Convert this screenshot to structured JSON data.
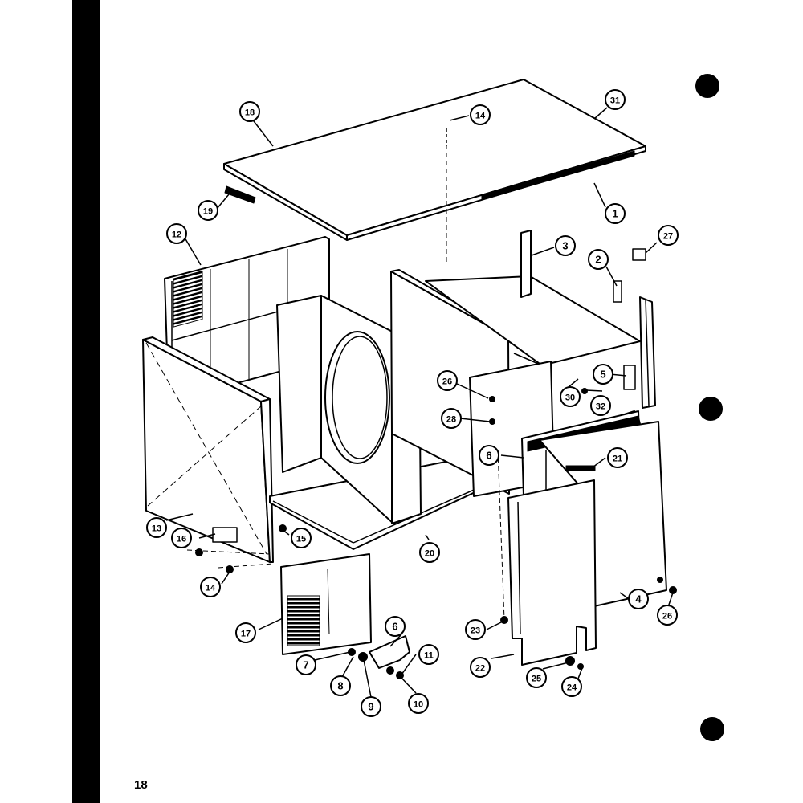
{
  "page": {
    "number": "18"
  },
  "callouts": [
    {
      "id": "c18a",
      "label": "18"
    },
    {
      "id": "c14a",
      "label": "14"
    },
    {
      "id": "c31",
      "label": "31"
    },
    {
      "id": "c19",
      "label": "19"
    },
    {
      "id": "c1",
      "label": "1"
    },
    {
      "id": "c12",
      "label": "12"
    },
    {
      "id": "c3",
      "label": "3"
    },
    {
      "id": "c27",
      "label": "27"
    },
    {
      "id": "c2",
      "label": "2"
    },
    {
      "id": "c5",
      "label": "5"
    },
    {
      "id": "c26a",
      "label": "26"
    },
    {
      "id": "c28",
      "label": "28"
    },
    {
      "id": "c30",
      "label": "30"
    },
    {
      "id": "c32",
      "label": "32"
    },
    {
      "id": "c6a",
      "label": "6"
    },
    {
      "id": "c21",
      "label": "21"
    },
    {
      "id": "c13",
      "label": "13"
    },
    {
      "id": "c16",
      "label": "16"
    },
    {
      "id": "c15",
      "label": "15"
    },
    {
      "id": "c20",
      "label": "20"
    },
    {
      "id": "c14b",
      "label": "14"
    },
    {
      "id": "c17",
      "label": "17"
    },
    {
      "id": "c6b",
      "label": "6"
    },
    {
      "id": "c11",
      "label": "11"
    },
    {
      "id": "c7",
      "label": "7"
    },
    {
      "id": "c8",
      "label": "8"
    },
    {
      "id": "c9",
      "label": "9"
    },
    {
      "id": "c10",
      "label": "10"
    },
    {
      "id": "c23",
      "label": "23"
    },
    {
      "id": "c22",
      "label": "22"
    },
    {
      "id": "c25",
      "label": "25"
    },
    {
      "id": "c24",
      "label": "24"
    },
    {
      "id": "c4",
      "label": "4"
    },
    {
      "id": "c26b",
      "label": "26"
    }
  ]
}
